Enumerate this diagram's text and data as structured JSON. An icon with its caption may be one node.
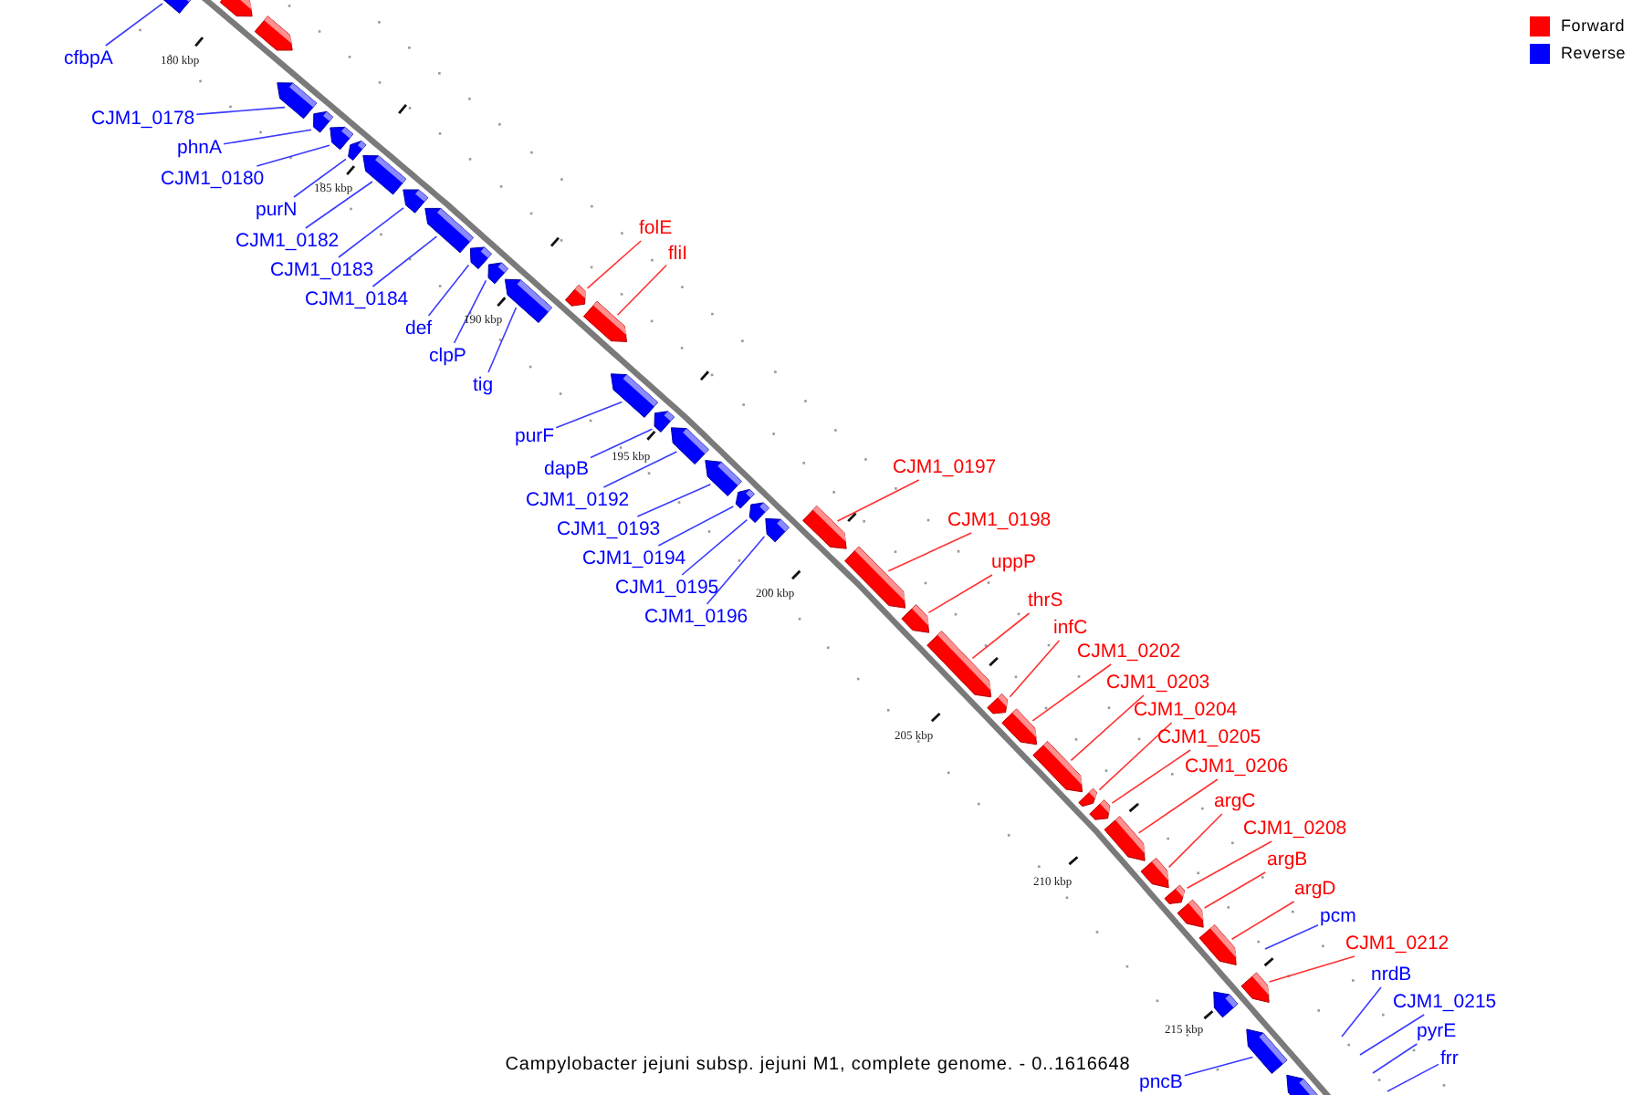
{
  "diagram": {
    "caption": "Campylobacter jejuni subsp. jejuni M1, complete genome. - 0..1616648",
    "nodes": [
      {
        "text": [
          "cfbpA"
        ]
      },
      {
        "text": [],
        "shape": "bar"
      },
      {
        "text": [],
        "shape": "bar"
      },
      {
        "text": [],
        "shape": "bar"
      },
      {
        "text": [
          "CJM1_0178"
        ]
      },
      {
        "text": [],
        "shape": "bar"
      },
      {
        "text": [
          "phnA"
        ]
      },
      {
        "text": [],
        "shape": "bar"
      },
      {
        "text": [
          "CJM1_0180"
        ]
      },
      {
        "text": [],
        "shape": "bar"
      },
      {
        "text": [
          "purN"
        ]
      },
      {
        "text": [],
        "shape": "bar"
      },
      {
        "text": [
          "CJM1_0182"
        ]
      },
      {
        "text": [],
        "shape": "bar"
      },
      {
        "text": [
          "CJM1_0183"
        ]
      },
      {
        "text": [],
        "shape": "bar"
      },
      {
        "text": [
          "CJM1_0184"
        ]
      },
      {
        "text": [],
        "shape": "bar"
      },
      {
        "text": [
          "def"
        ]
      },
      {
        "text": [],
        "shape": "bar"
      },
      {
        "text": [
          "clpP"
        ]
      },
      {
        "text": [],
        "shape": "bar"
      },
      {
        "text": [
          "tig"
        ]
      },
      {
        "text": [],
        "shape": "bar"
      },
      {
        "text": [
          "folE"
        ]
      },
      {
        "text": [],
        "shape": "bar"
      },
      {
        "text": [
          "fliI"
        ]
      },
      {
        "text": [],
        "shape": "bar"
      },
      {
        "text": [
          "purF"
        ]
      },
      {
        "text": [],
        "shape": "bar"
      },
      {
        "text": [
          "dapB"
        ]
      },
      {
        "text": [],
        "shape": "bar"
      },
      {
        "text": [
          "CJM1_0192"
        ]
      },
      {
        "text": [],
        "shape": "bar"
      },
      {
        "text": [
          "CJM1_0193"
        ]
      },
      {
        "text": [],
        "shape": "bar"
      },
      {
        "text": [
          "CJM1_0194"
        ]
      },
      {
        "text": [],
        "shape": "bar"
      },
      {
        "text": [
          "CJM1_0195"
        ]
      },
      {
        "text": [],
        "shape": "bar"
      },
      {
        "text": [
          "CJM1_0196"
        ]
      },
      {
        "text": [],
        "shape": "bar"
      },
      {
        "text": [
          "CJM1_0197"
        ]
      },
      {
        "text": [],
        "shape": "bar"
      },
      {
        "text": [
          "CJM1_0198"
        ]
      },
      {
        "text": [],
        "shape": "bar"
      },
      {
        "text": [
          "uppP"
        ]
      },
      {
        "text": [],
        "shape": "bar"
      },
      {
        "text": [
          "thrS"
        ]
      },
      {
        "text": [],
        "shape": "bar"
      },
      {
        "text": [
          "infC"
        ]
      },
      {
        "text": [],
        "shape": "bar"
      },
      {
        "text": [
          "CJM1_0202"
        ]
      },
      {
        "text": [],
        "shape": "bar"
      },
      {
        "text": [
          "CJM1_0203"
        ]
      },
      {
        "text": [],
        "shape": "bar"
      },
      {
        "text": [
          "CJM1_0204"
        ]
      },
      {
        "text": [],
        "shape": "bar"
      },
      {
        "text": [
          "CJM1_0205"
        ]
      },
      {
        "text": [],
        "shape": "bar"
      },
      {
        "text": [
          "CJM1_0206"
        ]
      },
      {
        "text": [],
        "shape": "bar"
      },
      {
        "text": [
          "argC"
        ]
      },
      {
        "text": [],
        "shape": "bar"
      },
      {
        "text": [
          "CJM1_0208"
        ]
      },
      {
        "text": [],
        "shape": "bar"
      },
      {
        "text": [
          "argB"
        ]
      },
      {
        "text": [],
        "shape": "bar"
      },
      {
        "text": [
          "argD"
        ]
      },
      {
        "text": [],
        "shape": "bar"
      },
      {
        "text": [
          "pcm"
        ]
      },
      {
        "text": [
          "CJM1_0212"
        ]
      },
      {
        "text": [],
        "shape": "bar"
      },
      {
        "text": [],
        "shape": "bar"
      },
      {
        "text": [
          "nrdB"
        ]
      },
      {
        "text": [
          "CJM1_0215"
        ]
      },
      {
        "text": [
          "pyrE"
        ]
      },
      {
        "text": [
          "frr"
        ]
      },
      {
        "text": [
          "pncB"
        ]
      },
      {
        "text": [],
        "shape": "bar"
      },
      {
        "text": [],
        "shape": "bar"
      }
    ],
    "edges": [
      {
        "from": 0,
        "to": 1,
        "arrow": "none"
      },
      {
        "from": 4,
        "to": 5,
        "arrow": "none"
      },
      {
        "from": 6,
        "to": 7,
        "arrow": "none"
      },
      {
        "from": 8,
        "to": 9,
        "arrow": "none"
      },
      {
        "from": 10,
        "to": 11,
        "arrow": "none"
      },
      {
        "from": 12,
        "to": 13,
        "arrow": "none"
      },
      {
        "from": 14,
        "to": 15,
        "arrow": "none"
      },
      {
        "from": 16,
        "to": 17,
        "arrow": "none"
      },
      {
        "from": 18,
        "to": 19,
        "arrow": "none"
      },
      {
        "from": 20,
        "to": 21,
        "arrow": "none"
      },
      {
        "from": 22,
        "to": 23,
        "arrow": "none"
      },
      {
        "from": 24,
        "to": 25,
        "arrow": "none",
        "color": "#ff3030"
      },
      {
        "from": 26,
        "to": 27,
        "arrow": "none",
        "color": "#ff3030"
      },
      {
        "from": 28,
        "to": 29,
        "arrow": "none"
      },
      {
        "from": 30,
        "to": 31,
        "arrow": "none"
      },
      {
        "from": 32,
        "to": 33,
        "arrow": "none"
      },
      {
        "from": 34,
        "to": 35,
        "arrow": "none"
      },
      {
        "from": 36,
        "to": 37,
        "arrow": "none"
      },
      {
        "from": 38,
        "to": 39,
        "arrow": "none"
      },
      {
        "from": 40,
        "to": 41,
        "arrow": "none"
      },
      {
        "from": 42,
        "to": 43,
        "arrow": "none",
        "color": "#ff3030"
      },
      {
        "from": 44,
        "to": 45,
        "arrow": "none",
        "color": "#ff3030"
      },
      {
        "from": 46,
        "to": 47,
        "arrow": "none",
        "color": "#ff3030"
      },
      {
        "from": 48,
        "to": 49,
        "arrow": "none",
        "color": "#ff3030"
      },
      {
        "from": 50,
        "to": 51,
        "arrow": "none",
        "color": "#ff3030"
      },
      {
        "from": 52,
        "to": 53,
        "arrow": "none",
        "color": "#ff3030"
      },
      {
        "from": 54,
        "to": 55,
        "arrow": "none",
        "color": "#ff3030"
      },
      {
        "from": 56,
        "to": 57,
        "arrow": "none",
        "color": "#ff3030"
      },
      {
        "from": 58,
        "to": 59,
        "arrow": "none",
        "color": "#ff3030"
      },
      {
        "from": 60,
        "to": 61,
        "arrow": "none",
        "color": "#ff3030"
      },
      {
        "from": 62,
        "to": 63,
        "arrow": "none",
        "color": "#ff3030"
      },
      {
        "from": 64,
        "to": 65,
        "arrow": "none",
        "color": "#ff3030"
      },
      {
        "from": 66,
        "to": 67,
        "arrow": "none",
        "color": "#ff3030"
      },
      {
        "from": 68,
        "to": 69,
        "arrow": "none",
        "color": "#ff3030"
      },
      {
        "from": 70,
        "to": null,
        "arrow": "none"
      },
      {
        "from": 71,
        "to": 72,
        "arrow": "none",
        "color": "#ff3030"
      },
      {
        "from": 74,
        "to": null,
        "arrow": "none"
      },
      {
        "from": 75,
        "to": null,
        "arrow": "none"
      },
      {
        "from": 76,
        "to": null,
        "arrow": "none"
      },
      {
        "from": 77,
        "to": null,
        "arrow": "none"
      },
      {
        "from": 78,
        "to": 79,
        "arrow": "none"
      }
    ],
    "labels": [
      "180 kbp",
      "185 kbp",
      "190 kbp",
      "195 kbp",
      "200 kbp",
      "205 kbp",
      "210 kbp",
      "215 kbp"
    ],
    "legend": [
      {
        "text": "Forward",
        "color": "#ff0000"
      },
      {
        "text": "Reverse",
        "color": "#0000ff"
      }
    ]
  }
}
